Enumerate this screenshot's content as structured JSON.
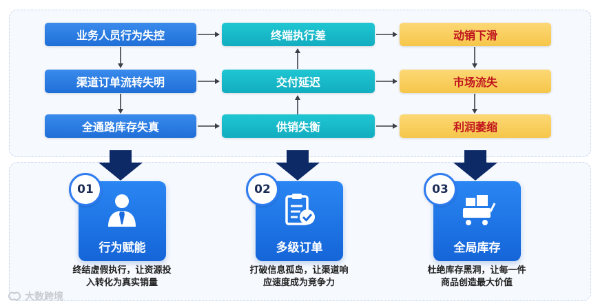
{
  "rows": [
    {
      "cause": "业务人员行为失控",
      "effect": "终端执行差",
      "result": "动销下滑"
    },
    {
      "cause": "渠道订单流转失明",
      "effect": "交付延迟",
      "result": "市场流失"
    },
    {
      "cause": "全通路库存失真",
      "effect": "供销失衡",
      "result": "利润萎缩"
    }
  ],
  "solutions": [
    {
      "number": "01",
      "title": "行为赋能",
      "icon": "user-tie-icon",
      "desc_line1": "终结虚假执行，让资源投",
      "desc_line2": "入转化为真实销量"
    },
    {
      "number": "02",
      "title": "多级订单",
      "icon": "clipboard-check-icon",
      "desc_line1": "打破信息孤岛，让渠道响",
      "desc_line2": "应速度成为竞争力"
    },
    {
      "number": "03",
      "title": "全局库存",
      "icon": "cart-boxes-icon",
      "desc_line1": "杜绝库存黑洞，让每一件",
      "desc_line2": "商品创造最大价值"
    }
  ],
  "watermark": "大数跨境",
  "colors": {
    "cause": "#2677e3",
    "effect": "#17b6c8",
    "result": "#f8cc55",
    "result_text": "#c0141d",
    "card": "#1f74e6",
    "arrow": "#0e2a66"
  }
}
